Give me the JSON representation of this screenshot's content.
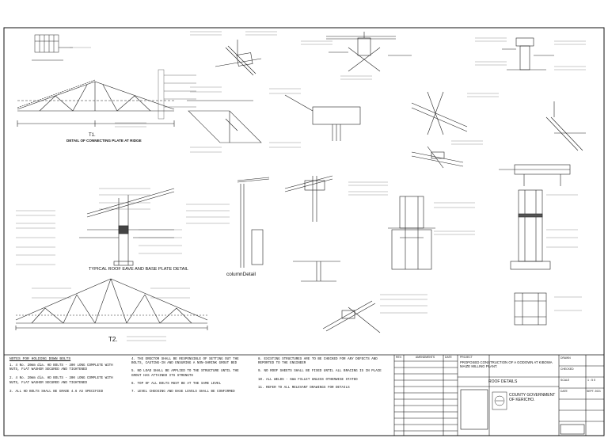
{
  "drawing": {
    "captions": {
      "t1": "T1.",
      "t1_sub": "DETAIL OF CONNECTING PLATE AT RIDGE",
      "eave": "TYPICAL ROOF EAVE AND BASE PLATE DETAIL",
      "column": "columnDetail",
      "t2": "T2."
    }
  },
  "notes": {
    "heading": "NOTES FOR HOLDING DOWN BOLTS",
    "col1": [
      "1. 4 No. 20mm dia. HD BOLTS - 300 LONG COMPLETE WITH NUTS, FLAT WASHER SECURED AND TIGHTENED",
      "2. 4 No. 20mm dia. HD BOLTS - 300 LONG COMPLETE WITH NUTS, FLAT WASHER SECURED AND TIGHTENED",
      "3. ALL HD BOLTS SHALL BE GRADE 4.6 AS SPECIFIED"
    ],
    "col2": [
      "4. THE ERECTOR SHALL BE RESPONSIBLE OF SETTING OUT THE BOLTS, CASTING-IN AND ENSURING A NON-SHRINK GROUT BED",
      "5. NO LOAD SHALL BE APPLIED TO THE STRUCTURE UNTIL THE GROUT HAS ATTAINED ITS STRENGTH",
      "6. TOP OF ALL BOLTS MUST BE AT THE SAME LEVEL",
      "7. LEVEL CHECKING AND BASE LEVELS SHALL BE CONFIRMED"
    ],
    "col3": [
      "8. EXISTING STRUCTURES ARE TO BE CHECKED FOR ANY DEFECTS AND REPORTED TO THE ENGINEER",
      "9. NO ROOF SHEETS SHALL BE FIXED UNTIL ALL BRACING IS IN PLACE",
      "10. ALL WELDS - 6mm FILLET UNLESS OTHERWISE STATED",
      "11. REFER TO ALL RELEVANT DRAWINGS FOR DETAILS"
    ]
  },
  "title_block": {
    "project_label": "PROJECT",
    "project": "PROPOSED CONSTRUCTION OF A GODOWN AT KIBOWA MAIZE MILLING PLANT.",
    "sheet_title": "ROOF DETAILS",
    "client": "COUNTY GOVERNMENT OF KERICHO.",
    "rev_label": "REV.",
    "amendments_label": "AMENDMENTS",
    "date_label": "DATE",
    "drawn_label": "DRAWN",
    "checked_label": "CHECKED",
    "scale_label": "SCALE",
    "scale_value": "1 : 5 0",
    "date_value": "SEPT. 2021"
  }
}
